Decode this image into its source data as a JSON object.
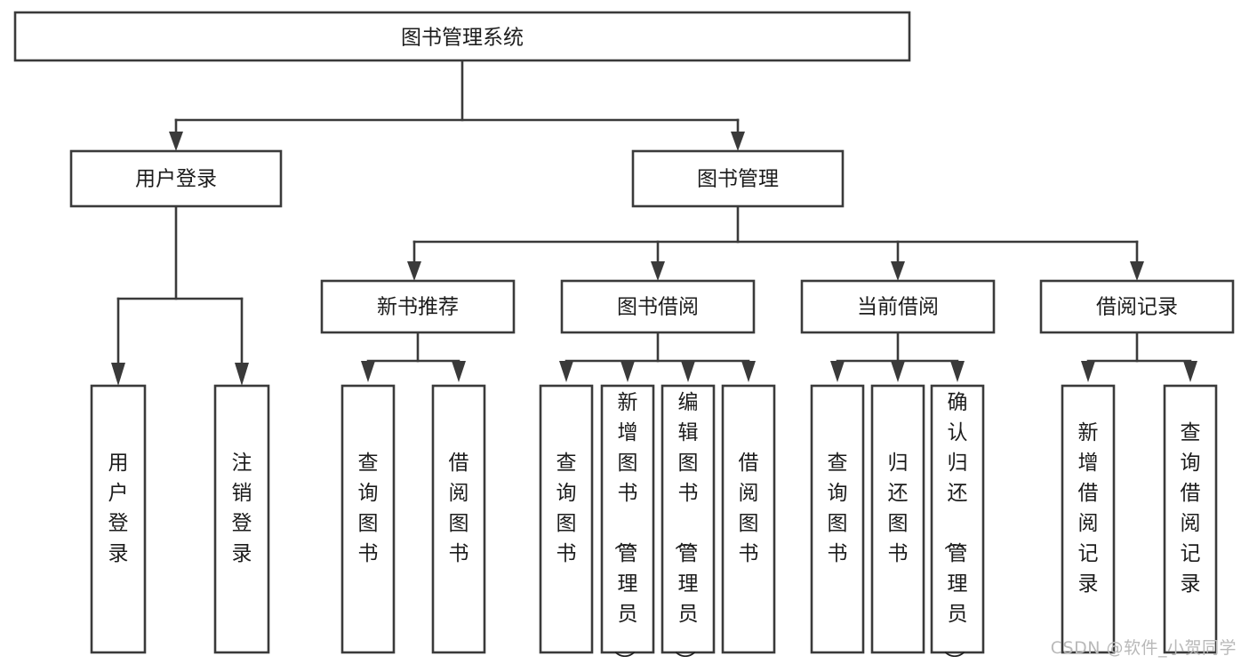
{
  "diagram": {
    "title": "图书管理系统",
    "type": "tree",
    "orientation": "top-down",
    "colors": {
      "stroke": "#3a3a3a",
      "fill": "#ffffff",
      "text": "#1c1c1c",
      "background": "#ffffff",
      "watermark": "#b9b9b9"
    },
    "root": {
      "id": "root",
      "label": "图书管理系统"
    },
    "level2": [
      {
        "id": "user-login",
        "label": "用户登录"
      },
      {
        "id": "book-manage",
        "label": "图书管理"
      }
    ],
    "level3": [
      {
        "id": "new-book-recommend",
        "label": "新书推荐",
        "parent": "book-manage"
      },
      {
        "id": "book-borrow",
        "label": "图书借阅",
        "parent": "book-manage"
      },
      {
        "id": "current-borrow",
        "label": "当前借阅",
        "parent": "book-manage"
      },
      {
        "id": "borrow-record",
        "label": "借阅记录",
        "parent": "book-manage"
      }
    ],
    "leaves": [
      {
        "id": "leaf-user-login",
        "label": "用户登录",
        "parent": "user-login"
      },
      {
        "id": "leaf-logout-login",
        "label": "注销登录",
        "parent": "user-login"
      },
      {
        "id": "leaf-query-book-1",
        "label": "查询图书",
        "parent": "new-book-recommend"
      },
      {
        "id": "leaf-borrow-book-1",
        "label": "借阅图书",
        "parent": "new-book-recommend"
      },
      {
        "id": "leaf-query-book-2",
        "label": "查询图书",
        "parent": "book-borrow"
      },
      {
        "id": "leaf-add-book",
        "label": "新增图书（管理员）",
        "parent": "book-borrow"
      },
      {
        "id": "leaf-edit-book",
        "label": "编辑图书（管理员）",
        "parent": "book-borrow"
      },
      {
        "id": "leaf-borrow-book-2",
        "label": "借阅图书",
        "parent": "book-borrow"
      },
      {
        "id": "leaf-query-book-3",
        "label": "查询图书",
        "parent": "current-borrow"
      },
      {
        "id": "leaf-return-book",
        "label": "归还图书",
        "parent": "current-borrow"
      },
      {
        "id": "leaf-confirm-return",
        "label": "确认归还（管理员）",
        "parent": "current-borrow"
      },
      {
        "id": "leaf-add-record",
        "label": "新增借阅记录",
        "parent": "borrow-record"
      },
      {
        "id": "leaf-query-record",
        "label": "查询借阅记录",
        "parent": "borrow-record"
      }
    ]
  },
  "watermark": {
    "text": "CSDN @软件_小贺同学"
  }
}
